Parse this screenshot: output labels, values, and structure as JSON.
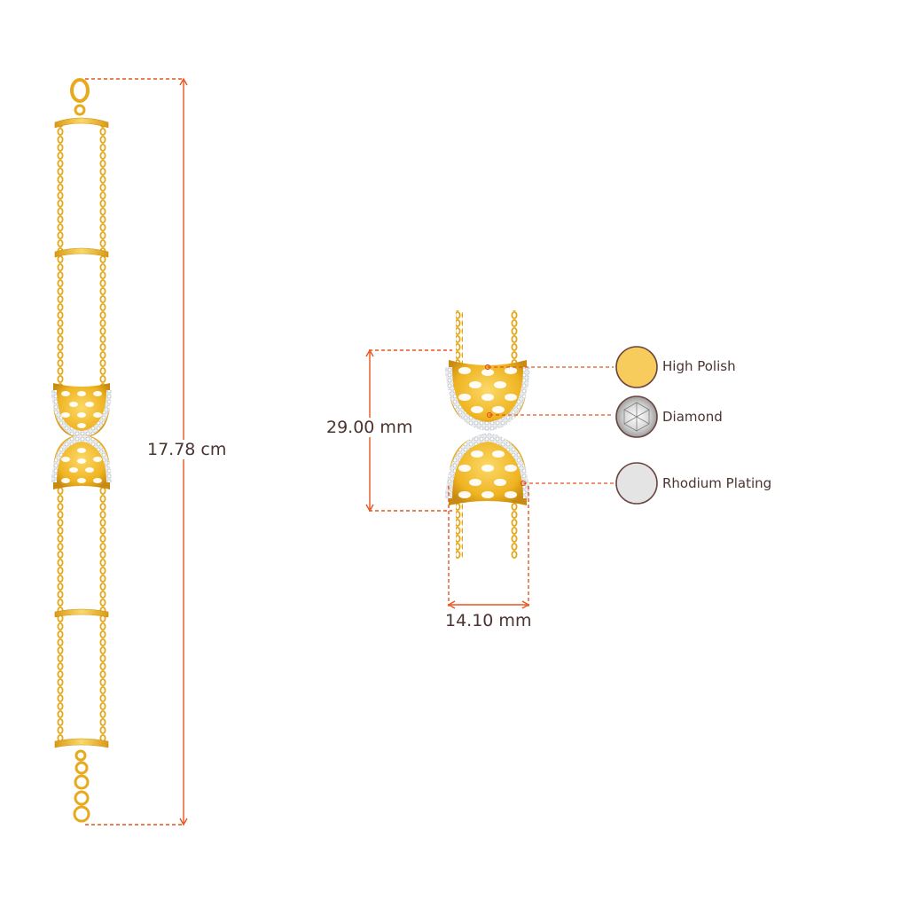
{
  "dimensions": {
    "length": "17.78 cm",
    "height": "29.00 mm",
    "width": "14.10 mm"
  },
  "legend": [
    {
      "label": "High Polish",
      "swatch": "#f7cb5c"
    },
    {
      "label": "Diamond",
      "swatch": "#e6e6e6"
    },
    {
      "label": "Rhodium Plating",
      "swatch": "#e4e4e4"
    }
  ],
  "colors": {
    "dimension_line": "#e8541d",
    "gold": "#f1b821",
    "gold_light": "#fbd968",
    "gold_dark": "#c88a10",
    "swatch_border": "#6b4640",
    "text": "#4a3330"
  }
}
